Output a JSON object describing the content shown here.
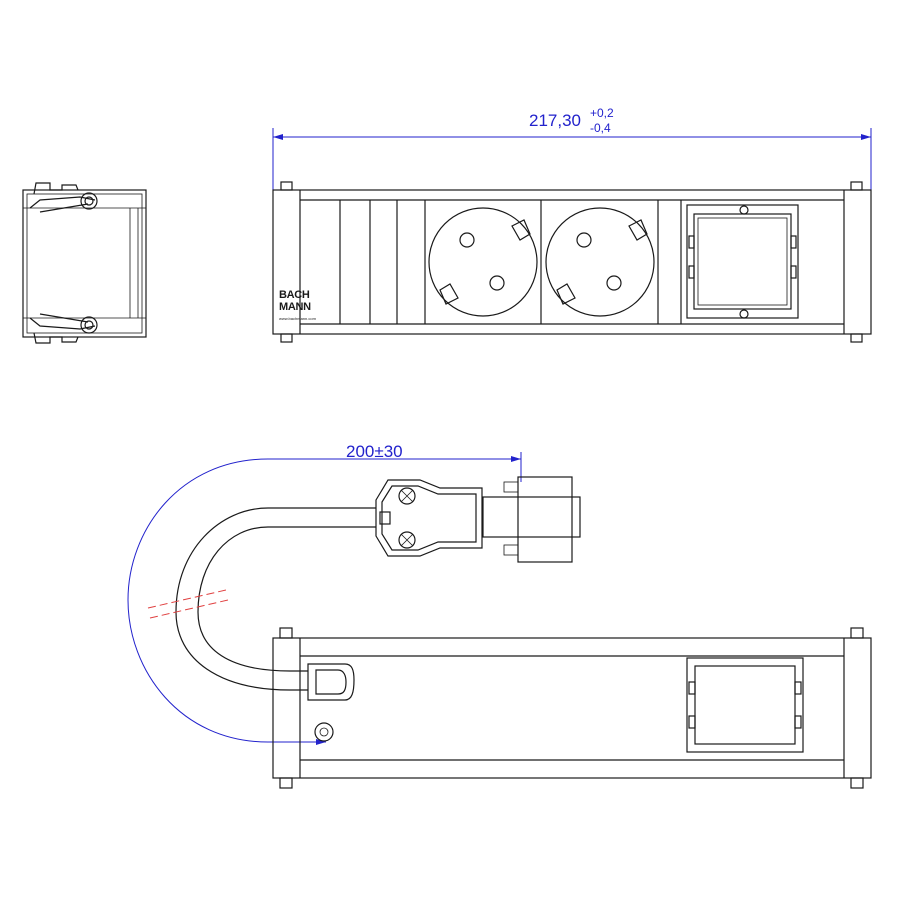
{
  "dimensions": {
    "length": {
      "value": "217,30",
      "tol_upper": "+0,2",
      "tol_lower": "-0,4"
    },
    "cable": {
      "value": "200±30"
    }
  },
  "brand": {
    "line1": "BACH",
    "line2": "MANN",
    "website": "www.bachmann.com"
  },
  "colors": {
    "dimension": "#2222cc",
    "outline": "#1a1a1a",
    "cut_marker": "#e04040"
  }
}
